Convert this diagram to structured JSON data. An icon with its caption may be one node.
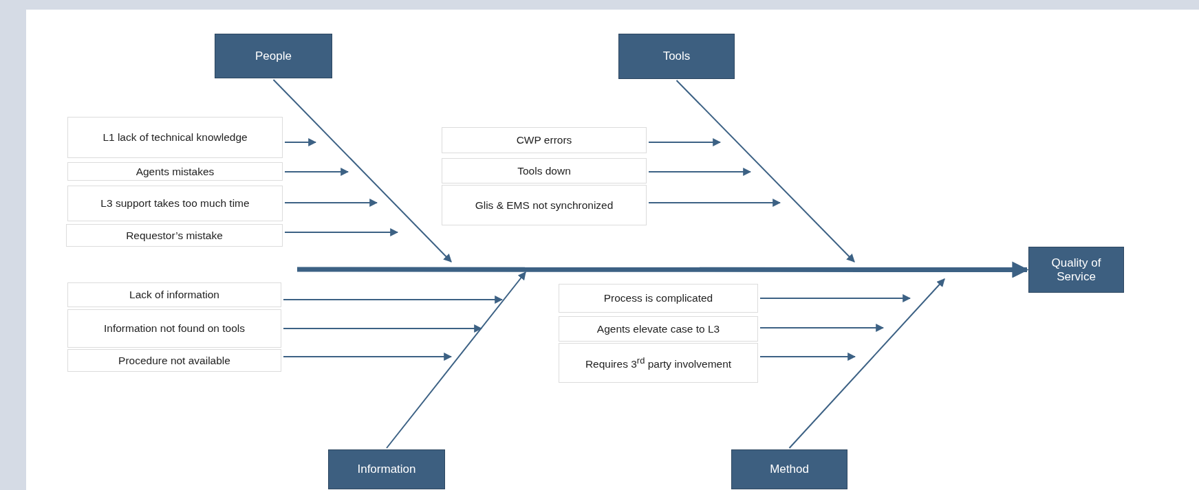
{
  "diagram": {
    "nodes": [
      {
        "text": [
          "People"
        ]
      },
      {
        "text": [
          "Tools"
        ]
      },
      {
        "text": [
          "Information"
        ]
      },
      {
        "text": [
          "Method"
        ]
      },
      {
        "text": [
          "Quality of Service"
        ]
      },
      {
        "text": [
          "L1 lack of technical knowledge"
        ]
      },
      {
        "text": [
          "Agents mistakes"
        ]
      },
      {
        "text": [
          "L3 support takes too much time"
        ]
      },
      {
        "text": [
          "Requestor’s mistake"
        ]
      },
      {
        "text": [
          "CWP errors"
        ]
      },
      {
        "text": [
          "Tools down"
        ]
      },
      {
        "text": [
          "Glis & EMS not synchronized"
        ]
      },
      {
        "text": [
          "Lack of information"
        ]
      },
      {
        "text": [
          "Information not found on tools"
        ]
      },
      {
        "text": [
          "Procedure not available"
        ]
      },
      {
        "text": [
          "Process is complicated"
        ]
      },
      {
        "text": [
          "Agents elevate case to L3"
        ]
      },
      {
        "text": [
          "Requires 3$^{rd}$ party involvement"
        ]
      }
    ],
    "edges": [
      {
        "from": 0,
        "to": null,
        "arrow": "to"
      },
      {
        "from": 1,
        "to": null,
        "arrow": "to"
      },
      {
        "from": 2,
        "to": null,
        "arrow": "to"
      },
      {
        "from": 3,
        "to": null,
        "arrow": "to"
      },
      {
        "from": null,
        "to": 4,
        "arrow": "to",
        "style": "thick"
      },
      {
        "from": 5,
        "to": null,
        "arrow": "to"
      },
      {
        "from": 6,
        "to": null,
        "arrow": "to"
      },
      {
        "from": 7,
        "to": null,
        "arrow": "to"
      },
      {
        "from": 8,
        "to": null,
        "arrow": "to"
      },
      {
        "from": 9,
        "to": null,
        "arrow": "to"
      },
      {
        "from": 10,
        "to": null,
        "arrow": "to"
      },
      {
        "from": 11,
        "to": null,
        "arrow": "to"
      },
      {
        "from": 12,
        "to": null,
        "arrow": "to"
      },
      {
        "from": 13,
        "to": null,
        "arrow": "to"
      },
      {
        "from": 14,
        "to": null,
        "arrow": "to"
      },
      {
        "from": 15,
        "to": null,
        "arrow": "to"
      },
      {
        "from": 16,
        "to": null,
        "arrow": "to"
      },
      {
        "from": 17,
        "to": null,
        "arrow": "to"
      }
    ]
  }
}
